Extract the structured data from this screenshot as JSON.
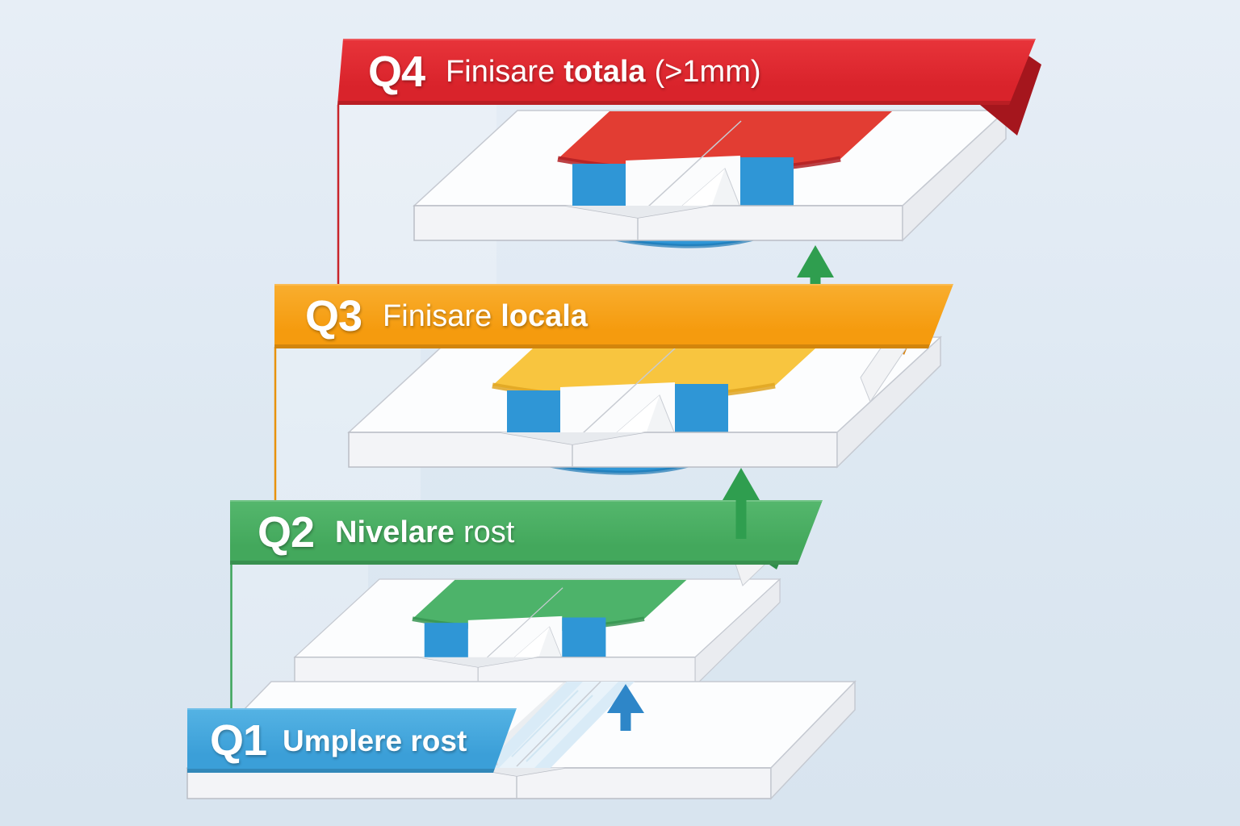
{
  "background": {
    "color": "#dde8f2"
  },
  "levels": [
    {
      "id": "q4",
      "code": "Q4",
      "full_label": "Finisare totala (>1mm)",
      "label": {
        "seg1": "Finisare",
        "seg2": "totala",
        "seg3": "(>1mm)"
      },
      "colors": {
        "banner": "#d9232b",
        "banner_light": "#e8343a",
        "edge": "#a5161d",
        "band": "#e23d33",
        "band_rim": "#b02025",
        "connector": "#c8242a"
      }
    },
    {
      "id": "q3",
      "code": "Q3",
      "full_label": "Finisare locala",
      "label": {
        "seg1": "Finisare",
        "seg2": "locala",
        "seg3": ""
      },
      "colors": {
        "banner": "#f59b0e",
        "banner_light": "#f9ae2f",
        "edge": "#d9820a",
        "band": "#f8c53f",
        "band_rim": "#dfa422",
        "connector": "#e8920c"
      }
    },
    {
      "id": "q2",
      "code": "Q2",
      "full_label": "Nivelare rost",
      "label": {
        "seg1": "",
        "seg2": "Nivelare",
        "seg3": "rost"
      },
      "colors": {
        "banner": "#43a85c",
        "banner_light": "#55b76d",
        "edge": "#2f8c4a",
        "band": "#4db36a",
        "band_rim": "#379451",
        "connector": "#3da55a"
      }
    },
    {
      "id": "q1",
      "code": "Q1",
      "full_label": "Umplere rost",
      "label": {
        "seg1": "",
        "seg2": "Umplere rost",
        "seg3": ""
      },
      "colors": {
        "banner": "#3b9fd8",
        "banner_light": "#55b3e4",
        "edge": "#2a7fb5",
        "connector": "#3b9fd8"
      }
    }
  ],
  "arrows": [
    {
      "from": "Q3",
      "to": "Q4",
      "direction": "up",
      "color": "#2f9e4f"
    },
    {
      "from": "Q2",
      "to": "Q3",
      "direction": "up",
      "color": "#2f9e4f"
    },
    {
      "from": "Q1",
      "to": "Q2",
      "direction": "up",
      "color": "#2e86c8"
    }
  ],
  "illustration": {
    "joint_compound": "#2f96d6",
    "joint_compound_dark": "#1d78b4",
    "tape": "#d9ebf7",
    "tape_light": "#e9f3fa",
    "board_top": "#fcfdfe",
    "board_front": "#f3f4f7",
    "board_side": "#eaecf0"
  }
}
